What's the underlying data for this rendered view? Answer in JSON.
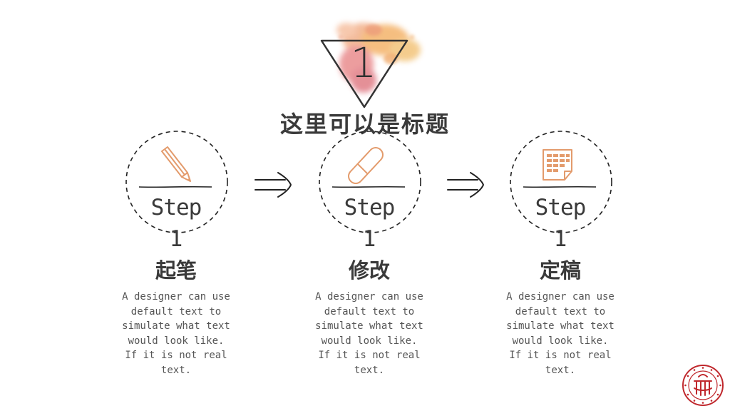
{
  "header": {
    "number": "1",
    "title": "这里可以是标题"
  },
  "steps": [
    {
      "icon": "pencil-icon",
      "label": "Step",
      "num": "1",
      "title": "起笔",
      "desc": "A designer can use default text to simulate what text would look like. If it is not real text."
    },
    {
      "icon": "eraser-icon",
      "label": "Step",
      "num": "1",
      "title": "修改",
      "desc": "A designer can use default text to simulate what text would look like. If it is not real text."
    },
    {
      "icon": "note-icon",
      "label": "Step",
      "num": "1",
      "title": "定稿",
      "desc": "A designer can use default text to simulate what text would look like. If it is not real text."
    }
  ],
  "colors": {
    "accent": "#e8a070",
    "text": "#3a3a3a",
    "seal": "#c0282d"
  }
}
